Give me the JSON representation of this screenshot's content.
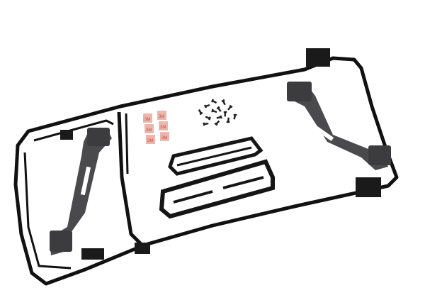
{
  "colors": {
    "background": "#ffffff",
    "frame": "#111111",
    "brace": "#4a4a4c",
    "tray": "#151515",
    "tape": "#e9b7ad",
    "tape_logo": "#d8453a"
  },
  "tape_logo_text": "3M",
  "tape_count": 6,
  "screw_count": 14
}
